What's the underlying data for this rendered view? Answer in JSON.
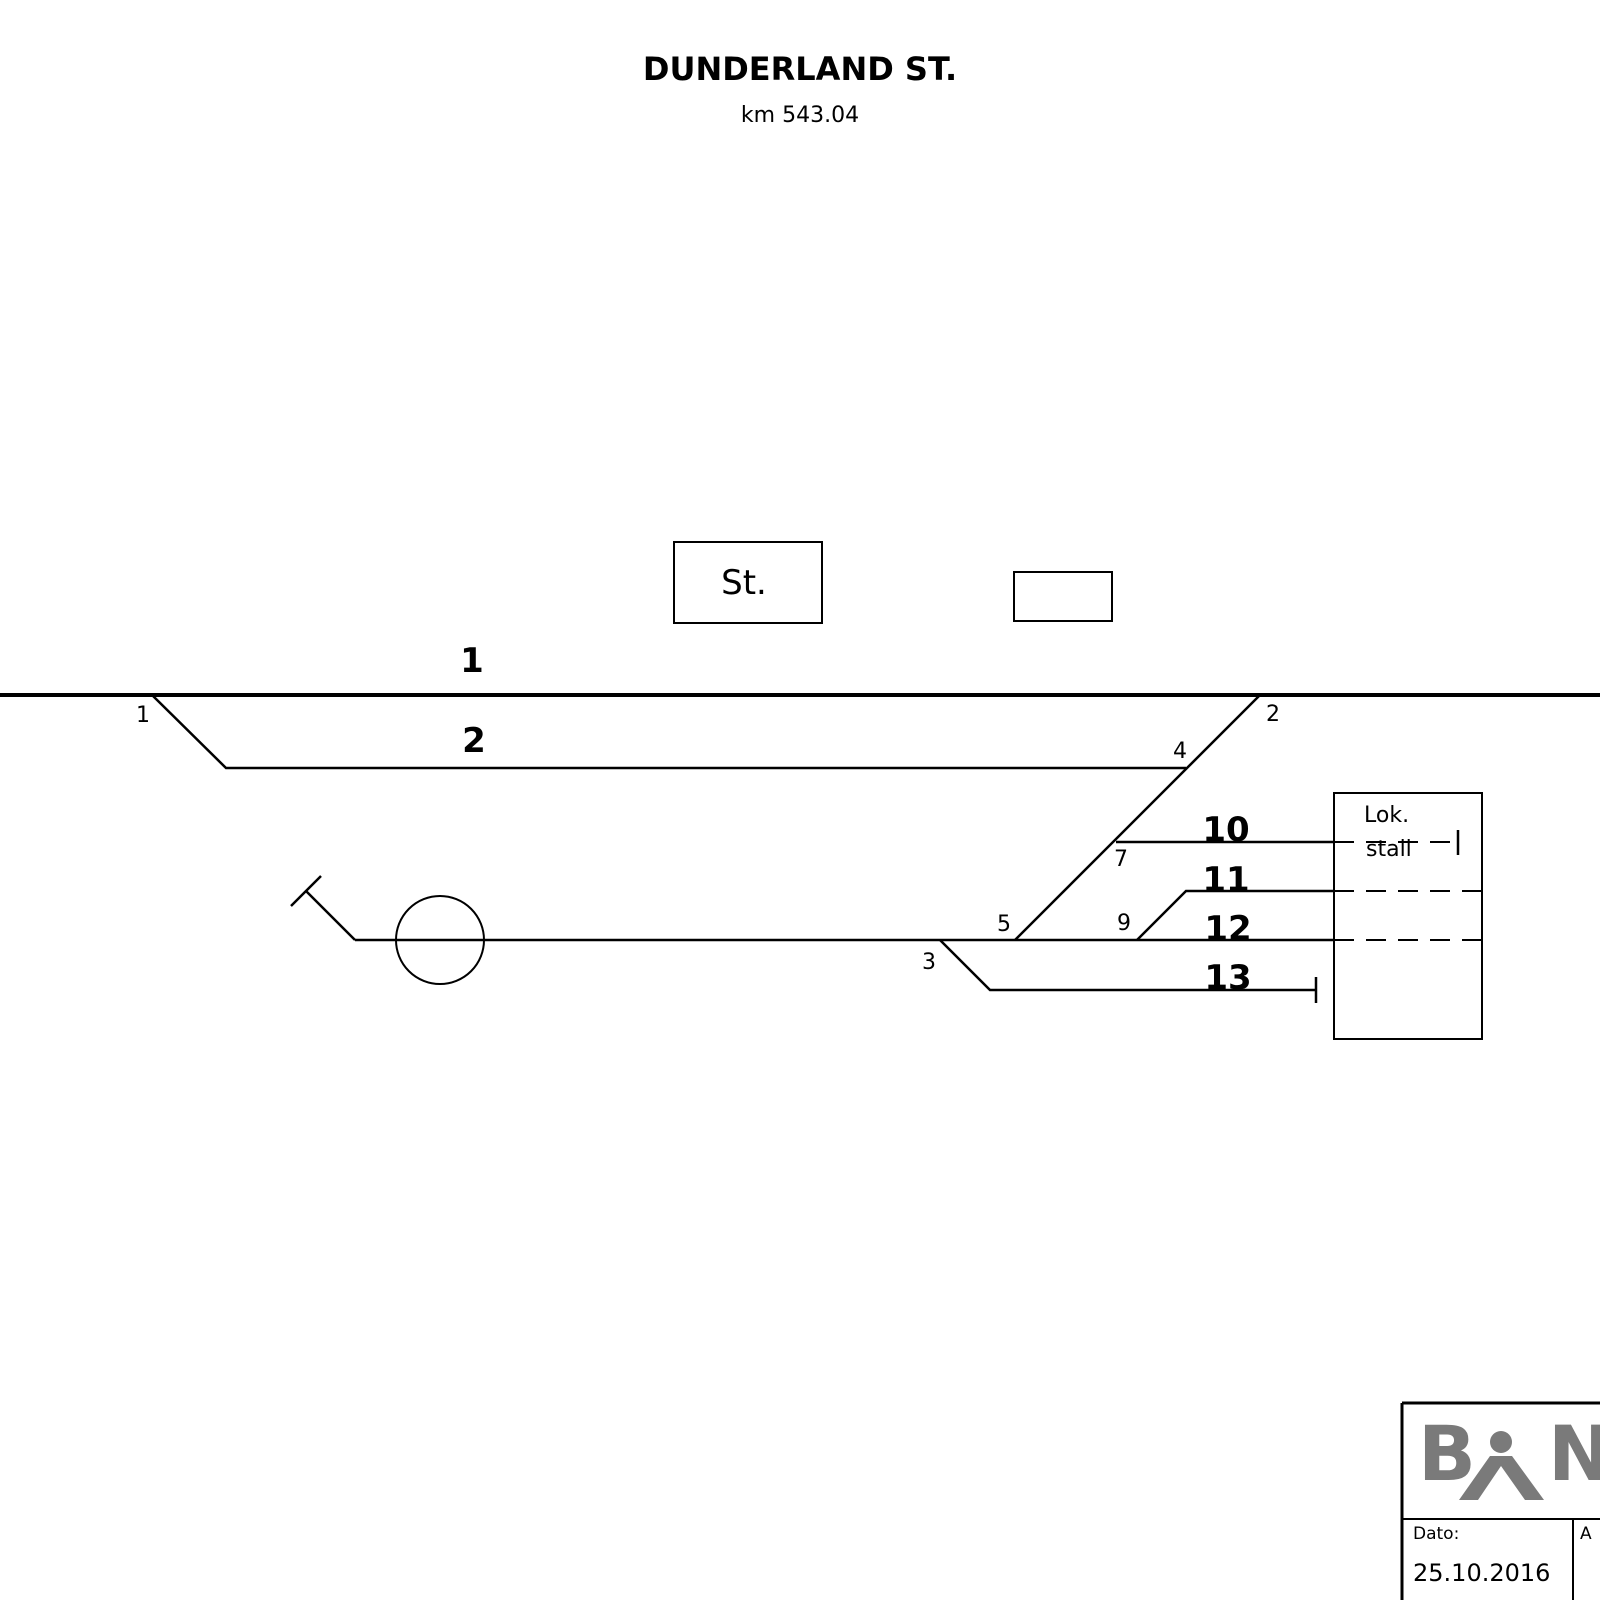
{
  "header": {
    "title": "DUNDERLAND ST.",
    "subtitle": "km 543.04"
  },
  "buildings": {
    "station_label": "St.",
    "engine_shed_line1": "Lok.",
    "engine_shed_line2": "stall"
  },
  "tracks": {
    "t1": "1",
    "t2": "2",
    "t10": "10",
    "t11": "11",
    "t12": "12",
    "t13": "13"
  },
  "switches": {
    "s1": "1",
    "s2": "2",
    "s3": "3",
    "s4": "4",
    "s5": "5",
    "s7": "7",
    "s9": "9"
  },
  "title_block": {
    "logo_left": "B",
    "logo_right": "N",
    "date_label": "Dato:",
    "date_value": "25.10.2016",
    "next_label": "A"
  },
  "colors": {
    "ink": "#000000",
    "logo_gray": "#7a7a7a"
  }
}
